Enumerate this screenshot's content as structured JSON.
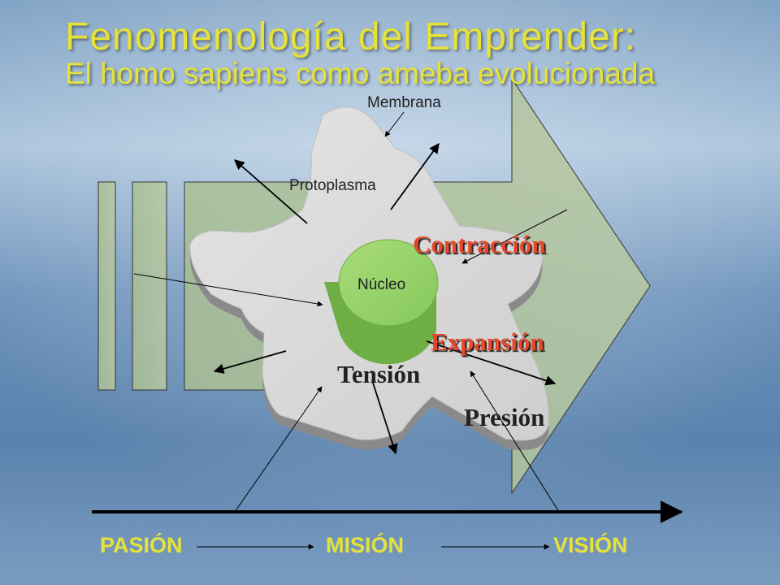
{
  "title": "Fenomenología  del Emprender:",
  "subtitle": "El homo sapiens como ameba evolucionada",
  "labels": {
    "membrana": "Membrana",
    "protoplasma": "Protoplasma",
    "nucleo": "Núcleo",
    "contraccion": "Contracción",
    "expansion": "Expansión",
    "tension": "Tensión",
    "presion": "Presión"
  },
  "axis": {
    "pasion": "PASIÓN",
    "mision": "MISIÓN",
    "vision": "VISIÓN"
  },
  "colors": {
    "title": "#e6e23a",
    "red_labels": "#e8472a",
    "block_fill": "#b3c49a",
    "nucleus": "#8fcf5e"
  }
}
